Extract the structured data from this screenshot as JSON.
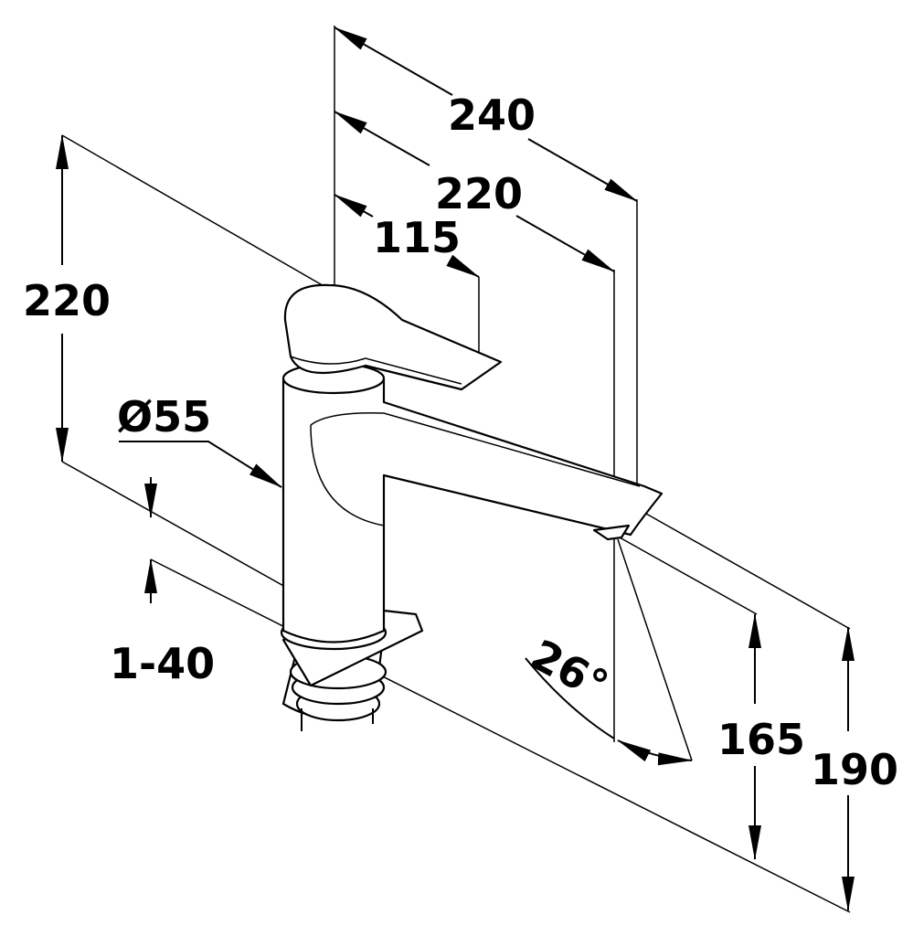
{
  "dimensions": {
    "total_reach": "240",
    "spout_reach": "220",
    "lever_reach": "115",
    "overall_height": "220",
    "body_diameter": "Ø55",
    "deck_thickness": "1-40",
    "spout_angle": "26°",
    "spout_height": "165",
    "lever_height": "190"
  }
}
